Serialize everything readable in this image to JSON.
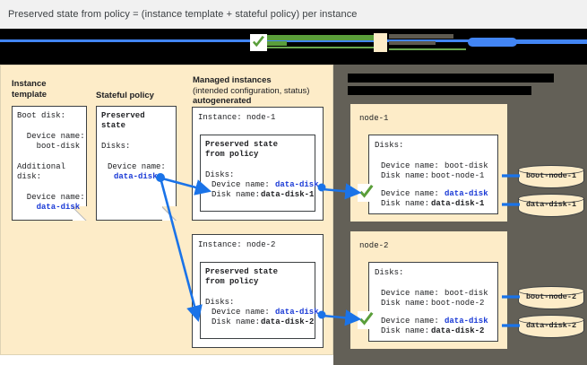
{
  "caption": {
    "text": "Preserved state from policy = (instance template + stateful policy) per instance"
  },
  "legend_band": {
    "redacted": true,
    "check_icon": "green-check-icon",
    "note": "legend row obscured by black redaction bars"
  },
  "colors": {
    "cream_panel": "#fdecc8",
    "gray_panel": "#636057",
    "accent_blue": "#1a73e8",
    "link_blue": "#1a3ad6",
    "check_green": "#5a9e3a",
    "caption_bg": "#f1f1f1",
    "redaction": "#000000",
    "stroke": "#3c4043"
  },
  "columns": {
    "instance_template": {
      "title_line1": "Instance",
      "title_line2": "template",
      "card": {
        "lines": [
          "Boot disk:",
          "",
          "  Device name:",
          "    boot-disk",
          "",
          "Additional",
          "disk:",
          "",
          "  Device name:",
          "    data-disk"
        ],
        "highlight": "data-disk"
      }
    },
    "stateful_policy": {
      "title_line1": "Stateful policy",
      "card": {
        "heading_line1": "Preserved",
        "heading_line2": "state",
        "disks_label": "Disks:",
        "device_name_label": "Device name:",
        "device_name_value": "data-disk"
      }
    },
    "managed_instances": {
      "title_line1": "Managed instances",
      "title_line2": "(intended configuration, status)",
      "title_line3": "autogenerated",
      "instances": [
        {
          "name": "Instance: node-1",
          "inner": {
            "heading_line1": "Preserved state",
            "heading_line2": "from policy",
            "disks_label": "Disks:",
            "device_name_label": "Device name:",
            "device_name_value": "data-disk",
            "disk_name_label": "Disk name:",
            "disk_name_value": "data-disk-1"
          }
        },
        {
          "name": "Instance: node-2",
          "inner": {
            "heading_line1": "Preserved state",
            "heading_line2": "from policy",
            "disks_label": "Disks:",
            "device_name_label": "Device name:",
            "device_name_value": "data-disk",
            "disk_name_label": "Disk name:",
            "disk_name_value": "data-disk-2"
          }
        }
      ]
    },
    "actual_state": {
      "title_redacted_line1": "",
      "title_redacted_line2": "",
      "nodes": [
        {
          "name": "node-1",
          "disks_label": "Disks:",
          "rows": [
            {
              "device_name_label": "Device name:",
              "device_name_value": "boot-disk",
              "disk_name_label": "Disk name:",
              "disk_name_value": "boot-node-1",
              "highlighted": false
            },
            {
              "device_name_label": "Device name:",
              "device_name_value": "data-disk",
              "disk_name_label": "Disk name:",
              "disk_name_value": "data-disk-1",
              "highlighted": true
            }
          ],
          "check_icon": "green-check-icon"
        },
        {
          "name": "node-2",
          "disks_label": "Disks:",
          "rows": [
            {
              "device_name_label": "Device name:",
              "device_name_value": "boot-disk",
              "disk_name_label": "Disk name:",
              "disk_name_value": "boot-node-2",
              "highlighted": false
            },
            {
              "device_name_label": "Device name:",
              "device_name_value": "data-disk",
              "disk_name_label": "Disk name:",
              "disk_name_value": "data-disk-2",
              "highlighted": true
            }
          ],
          "check_icon": "green-check-icon"
        }
      ]
    },
    "disks": [
      {
        "label": "boot-node-1"
      },
      {
        "label": "data-disk-1"
      },
      {
        "label": "boot-node-2"
      },
      {
        "label": "data-disk-2"
      }
    ]
  }
}
